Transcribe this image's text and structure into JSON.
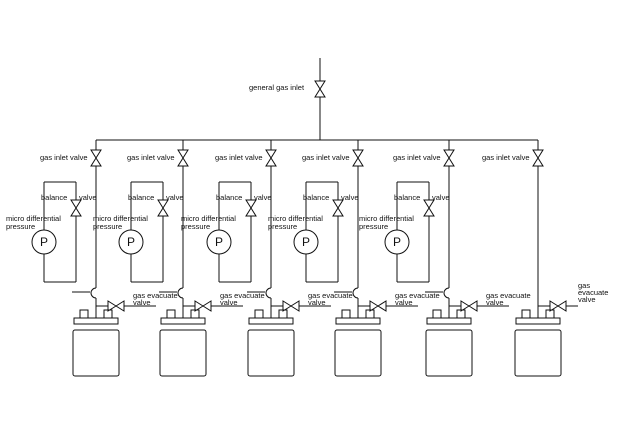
{
  "general_inlet_label": "general gas inlet",
  "labels": {
    "gas_inlet_valve": "gas inlet valve",
    "balance_valve": "balance valve",
    "balance_word": "balance",
    "valve_word": "valve",
    "micro_line1": "micro differential",
    "micro_line2": "pressure",
    "gauge_letter": "P",
    "evac_line1": "gas evacuate",
    "evac_line2": "valve",
    "evac_last_line1": "gas",
    "evac_last_line2": "evacuate",
    "evac_last_line3": "valve"
  },
  "cell_count": 6,
  "cells_with_gauge": 5
}
